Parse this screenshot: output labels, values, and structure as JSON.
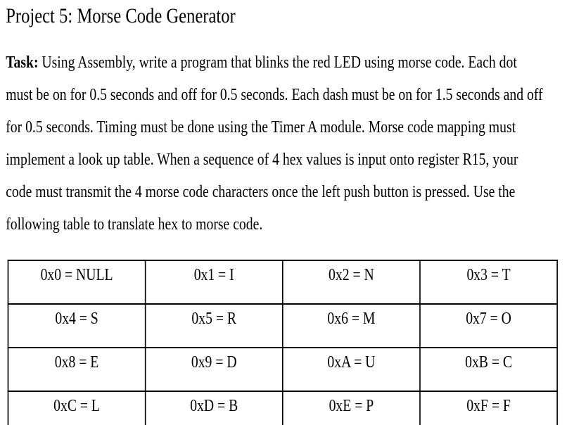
{
  "title": "Project 5: Morse Code Generator",
  "paragraph": {
    "task_label": "Task:",
    "line1_rest": " Using Assembly, write a program that blinks the red LED using morse code. Each dot",
    "lines": [
      "must be on for 0.5 seconds and off for 0.5 seconds. Each dash must be on for 1.5 seconds and off",
      "for 0.5 seconds. Timing must be done using the Timer A module. Morse code mapping must",
      "implement a look up table. When a sequence of 4 hex values is input onto register R15, your",
      "code must transmit the 4 morse code characters once the left push button is pressed. Use the",
      "following table to translate hex to morse code."
    ]
  },
  "table": {
    "rows": [
      [
        "0x0 = NULL",
        "0x1 = I",
        "0x2 = N",
        "0x3 = T"
      ],
      [
        "0x4 = S",
        "0x5 = R",
        "0x6 = M",
        "0x7 = O"
      ],
      [
        "0x8 = E",
        "0x9 = D",
        "0xA = U",
        "0xB = C"
      ],
      [
        "0xC = L",
        "0xD = B",
        "0xE = P",
        "0xF = F"
      ]
    ]
  },
  "colors": {
    "text": "#000000",
    "background": "#ffffff",
    "table_border": "#000000"
  }
}
